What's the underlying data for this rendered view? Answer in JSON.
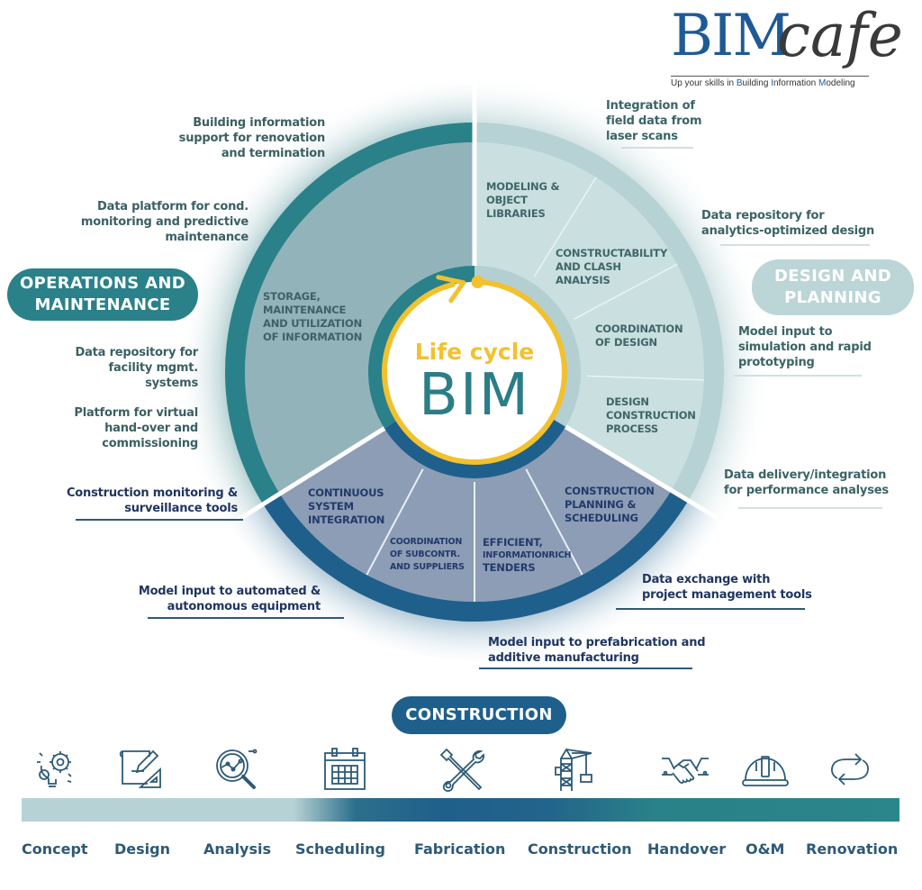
{
  "logo": {
    "brand_main": "BIM",
    "brand_script": "cafe",
    "tagline_parts": [
      "Up your skills in ",
      "B",
      "uilding ",
      "I",
      "nformation ",
      "M",
      "odeling"
    ]
  },
  "center": {
    "subtitle": "Life cycle",
    "title": "BIM"
  },
  "phases": {
    "operations": "OPERATIONS AND MAINTENANCE",
    "operations_line1": "OPERATIONS AND",
    "operations_line2": "MAINTENANCE",
    "design_line1": "DESIGN AND",
    "design_line2": "PLANNING",
    "construction": "CONSTRUCTION"
  },
  "segments": {
    "operations": [
      "STORAGE,",
      "MAINTENANCE",
      "AND UTILIZATION",
      "OF INFORMATION"
    ],
    "design": [
      {
        "lines": [
          "MODELING &",
          "OBJECT",
          "LIBRARIES"
        ]
      },
      {
        "lines": [
          "CONSTRUCTABILITY",
          "AND CLASH",
          "ANALYSIS"
        ]
      },
      {
        "lines": [
          "COORDINATION",
          "OF DESIGN"
        ]
      },
      {
        "lines": [
          "DESIGN",
          "CONSTRUCTION",
          "PROCESS"
        ]
      }
    ],
    "construction": [
      {
        "lines": [
          "CONTINUOUS",
          "SYSTEM",
          "INTEGRATION"
        ]
      },
      {
        "lines": [
          "COORDINATION",
          "OF SUBCONTR.",
          "AND SUPPLIERS"
        ]
      },
      {
        "lines": [
          "EFFICIENT,",
          "INFORMATIONRICH",
          "TENDERS"
        ]
      },
      {
        "lines": [
          "CONSTRUCTION",
          "PLANNING &",
          "SCHEDULING"
        ]
      }
    ]
  },
  "outer_labels": {
    "operations": [
      [
        "Building information",
        "support for renovation",
        "and termination"
      ],
      [
        "Data platform for cond.",
        "monitoring and predictive",
        "maintenance"
      ],
      [
        "Data repository for",
        "facility mgmt.",
        "systems"
      ],
      [
        "Platform for virtual",
        "hand-over and",
        "commissioning"
      ]
    ],
    "design": [
      [
        "Integration of",
        "field data from",
        "laser scans"
      ],
      [
        "Data repository for",
        "analytics-optimized design"
      ],
      [
        "Model input to",
        "simulation and rapid",
        "prototyping"
      ],
      [
        "Data delivery/integration",
        "for performance analyses"
      ]
    ],
    "construction": [
      [
        "Construction monitoring &",
        "surveillance tools"
      ],
      [
        "Model input to automated &",
        "autonomous equipment"
      ],
      [
        "Model input to prefabrication and",
        "additive manufacturing"
      ],
      [
        "Data exchange with",
        "project management tools"
      ]
    ]
  },
  "timeline": {
    "stages": [
      {
        "label": "Concept",
        "icon": "lightbulb-gear-icon"
      },
      {
        "label": "Design",
        "icon": "blueprint-pencil-icon"
      },
      {
        "label": "Analysis",
        "icon": "magnifier-chart-icon"
      },
      {
        "label": "Scheduling",
        "icon": "calendar-icon"
      },
      {
        "label": "Fabrication",
        "icon": "wrench-screwdriver-icon"
      },
      {
        "label": "Construction",
        "icon": "crane-icon"
      },
      {
        "label": "Handover",
        "icon": "handshake-icon"
      },
      {
        "label": "O&M",
        "icon": "hard-hat-icon"
      },
      {
        "label": "Renovation",
        "icon": "cycle-arrows-icon"
      }
    ]
  },
  "colors": {
    "operations": "#2a8189",
    "operations_fill": "#93b3ba",
    "design_fill": "#c9dfe0",
    "construction": "#1f5f8b",
    "construction_fill": "#8c9db5",
    "accent_yellow": "#f2c12e",
    "icon_stroke": "#2d5a76"
  }
}
